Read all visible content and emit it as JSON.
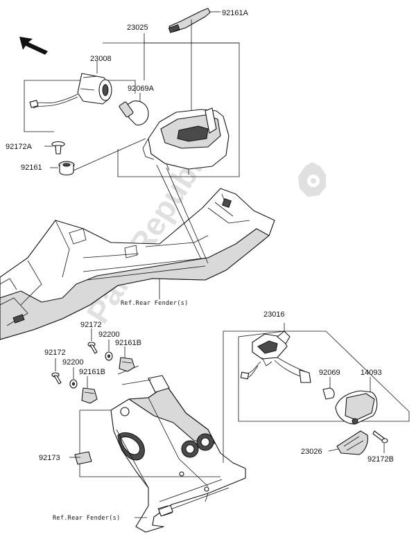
{
  "watermark": "PartsRepublik",
  "labels": {
    "p23025": "23025",
    "p92161A": "92161A",
    "p23008": "23008",
    "p92069A": "92069A",
    "p92172A": "92172A",
    "p92161": "92161",
    "p23016": "23016",
    "p92172_top": "92172",
    "p92200_top": "92200",
    "p92161B_top": "92161B",
    "p92172_bot": "92172",
    "p92200_bot": "92200",
    "p92161B_bot": "92161B",
    "p92069": "92069",
    "p14093": "14093",
    "p92173": "92173",
    "p23026": "23026",
    "p92172B": "92172B",
    "ref_upper": "Ref.Rear Fender(s)",
    "ref_lower": "Ref.Rear Fender(s)"
  },
  "icons": {
    "direction": "front-direction-arrow-icon",
    "watermark_gear": "gear-icon"
  }
}
